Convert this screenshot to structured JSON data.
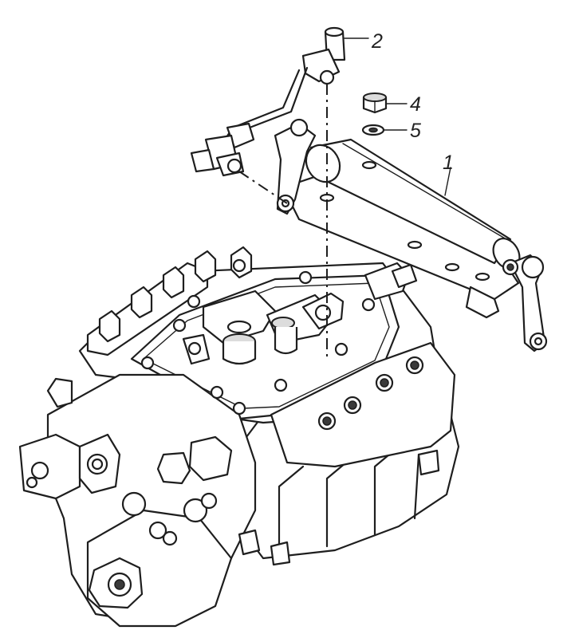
{
  "diagram": {
    "callouts": [
      {
        "id": "1",
        "label": "1"
      },
      {
        "id": "2",
        "label": "2"
      },
      {
        "id": "4",
        "label": "4"
      },
      {
        "id": "5",
        "label": "5"
      }
    ]
  },
  "colors": {
    "line": "#1e1e1e",
    "shade": "#dcdcdc",
    "background": "#ffffff"
  }
}
